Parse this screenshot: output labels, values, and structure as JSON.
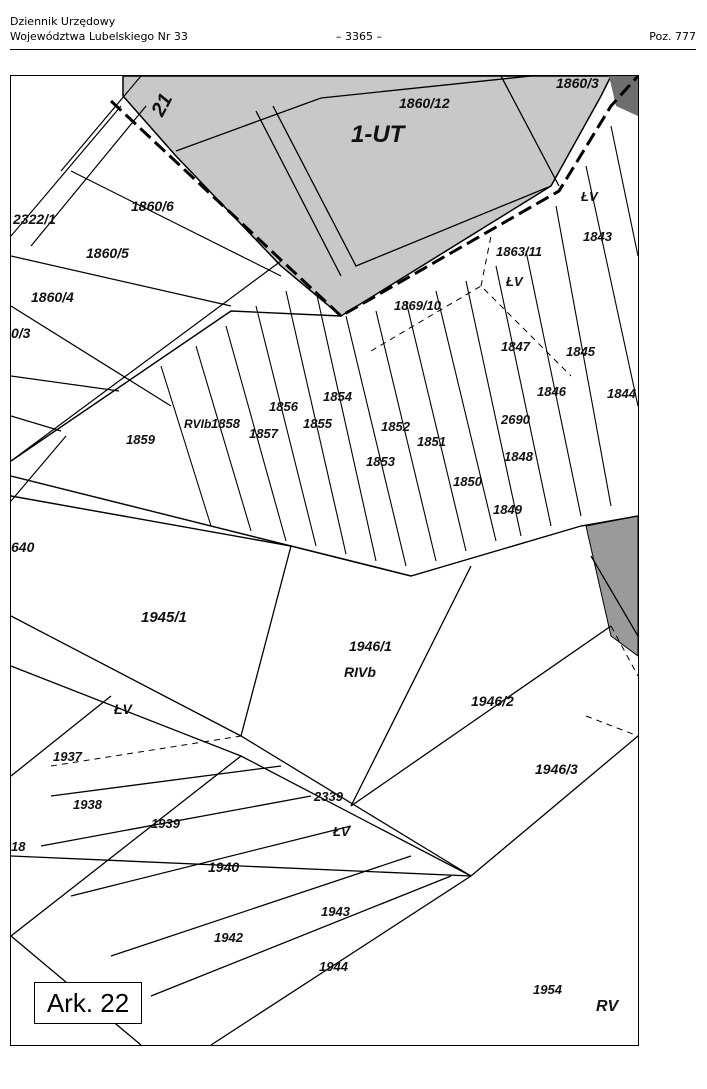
{
  "header": {
    "line1": "Dziennik Urzędowy",
    "line2": "Województwa Lubelskiego Nr 33",
    "page": "– 3365 –",
    "position": "Poz. 777"
  },
  "map": {
    "sheet_label": "Ark. 22",
    "zone_label": "1-UT",
    "parcels": {
      "p1860_12": "1860/12",
      "p1860_3": "1860/3",
      "p2322_1": "2322/1",
      "p1860_6": "1860/6",
      "p1860_5": "1860/5",
      "p1860_4": "1860/4",
      "p0_3": "0/3",
      "p1863_11": "1863/11",
      "p1869_10": "1869/10",
      "p1843": "1843",
      "p1847": "1847",
      "p1845": "1845",
      "p1846": "1846",
      "p1844": "1844",
      "p1859": "1859",
      "p1858": "1858",
      "p1856": "1856",
      "p1857": "1857",
      "p1854": "1854",
      "p1855": "1855",
      "p1852": "1852",
      "p1851": "1851",
      "p1853": "1853",
      "p2690": "2690",
      "p1848": "1848",
      "p1850": "1850",
      "p1849": "1849",
      "p640": "640",
      "p1945_1": "1945/1",
      "p1946_1": "1946/1",
      "p1946_2": "1946/2",
      "p1946_3": "1946/3",
      "p1937": "1937",
      "p1938": "1938",
      "p1939": "1939",
      "p2339": "2339",
      "p1940": "1940",
      "p1943": "1943",
      "p1942": "1942",
      "p1944": "1944",
      "p1954": "1954",
      "p18": "18"
    },
    "classes": {
      "c_lv1": "ŁV",
      "c_lv2": "ŁV",
      "c_lv3": "ŁV",
      "c_lv4": "ŁV",
      "c_rvib": "RVIb",
      "c_rivb": "RIVb",
      "c_rv": "RV"
    },
    "road_number": "21",
    "colors": {
      "zone_fill": "#c8c8c8",
      "dark_fill": "#8a8a8a",
      "line": "#000000"
    }
  }
}
